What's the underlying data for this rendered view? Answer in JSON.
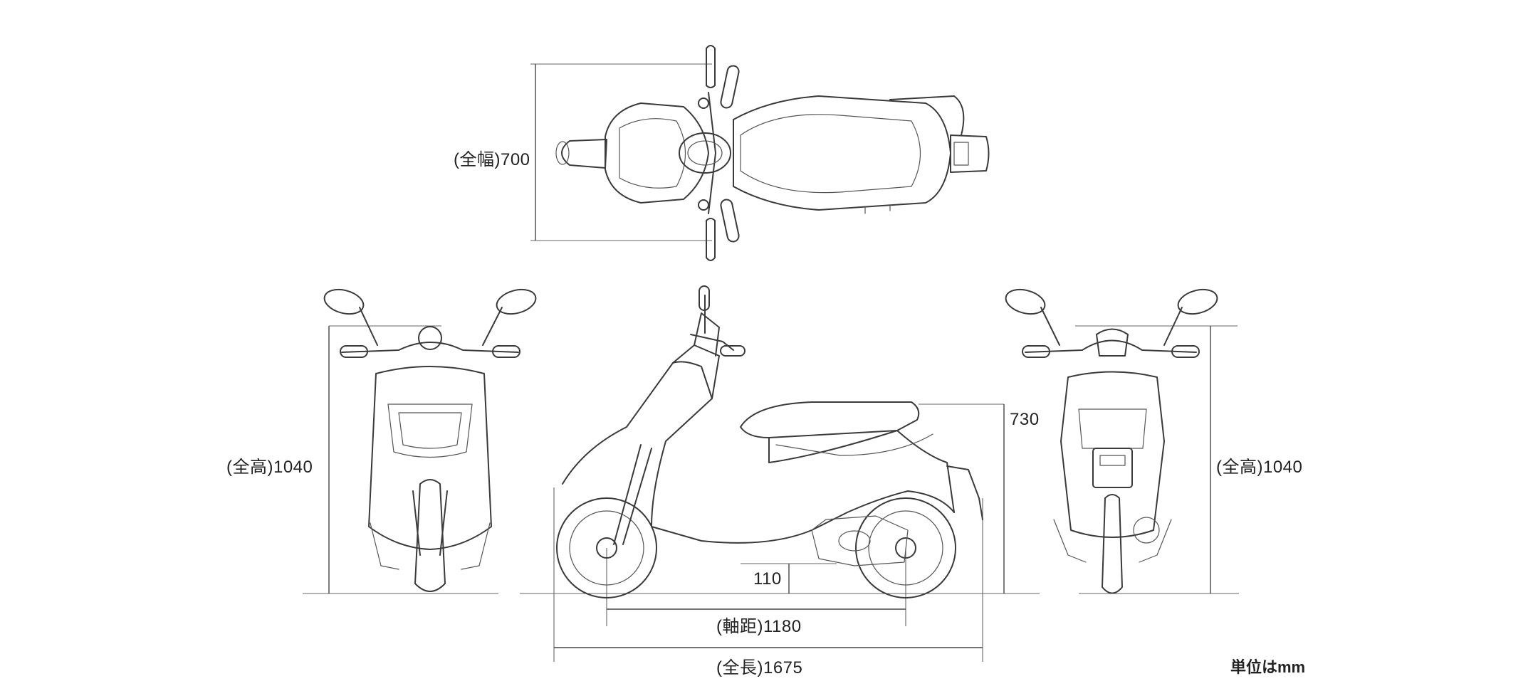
{
  "title": "",
  "views": [
    "top-view",
    "front-view",
    "side-view",
    "rear-view"
  ],
  "dimensions": {
    "overall_width": {
      "label": "(全幅)700",
      "value": 700
    },
    "overall_height_front": {
      "label": "(全高)1040",
      "value": 1040
    },
    "overall_height_rear": {
      "label": "(全高)1040",
      "value": 1040
    },
    "seat_height": {
      "label": "730",
      "value": 730
    },
    "ground_clearance": {
      "label": "110",
      "value": 110
    },
    "wheelbase": {
      "label": "(軸距)1180",
      "value": 1180
    },
    "overall_length": {
      "label": "(全長)1675",
      "value": 1675
    }
  },
  "unit_note": "単位はmm",
  "colors": {
    "line": "#3a3a3a",
    "background": "#ffffff"
  }
}
